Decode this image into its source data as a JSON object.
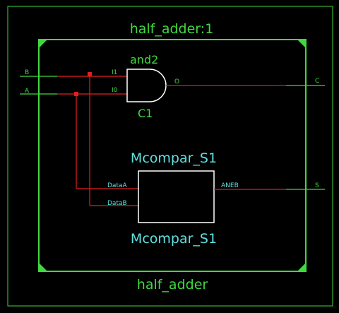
{
  "colors": {
    "background": "#000000",
    "border": "#40d840",
    "green_text": "#40d840",
    "cyan_text": "#5fe0e0",
    "wire_red": "#e02020",
    "wire_green": "#40d840",
    "gate_outline": "#ffffff"
  },
  "module": {
    "instance_label": "half_adder:1",
    "type_label": "half_adder"
  },
  "ports": {
    "input_b": "B",
    "input_a": "A",
    "output_c": "C",
    "output_s": "S"
  },
  "and_gate": {
    "type": "and2",
    "instance": "C1",
    "pin_i1": "I1",
    "pin_i0": "I0",
    "pin_o": "O"
  },
  "comparator": {
    "type": "Mcompar_S1",
    "instance": "Mcompar_S1",
    "pin_data_a": "DataA",
    "pin_data_b": "DataB",
    "pin_out": "ANEB"
  }
}
